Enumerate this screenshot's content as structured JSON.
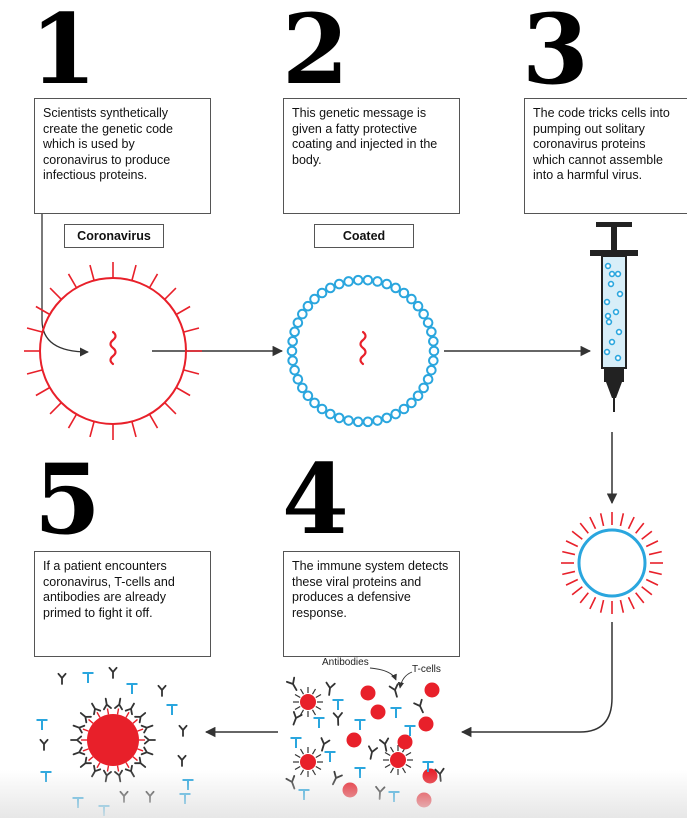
{
  "steps": [
    {
      "number": "1",
      "text": "Scientists synthetically create the genetic code which is used by coronavirus to produce infectious proteins."
    },
    {
      "number": "2",
      "text": "This genetic message is given a fatty protective coating and injected in the body."
    },
    {
      "number": "3",
      "text": "The code tricks cells into pumping out solitary coronavirus proteins which cannot assemble into a harmful virus."
    },
    {
      "number": "4",
      "text": "The immune system detects these viral proteins and produces a defensive response."
    },
    {
      "number": "5",
      "text": "If a patient encounters coronavirus, T-cells and antibodies are already primed to fight it off."
    }
  ],
  "labels": {
    "coronavirus": "Coronavirus",
    "coated": "Coated",
    "antibodies": "Antibodies",
    "tcells": "T-cells"
  },
  "colors": {
    "virus_red": "#e8202a",
    "coat_blue": "#2aa6de",
    "antibody_gray": "#333333",
    "arrow": "#333333"
  },
  "icons": {
    "virus": "coronavirus-icon",
    "coated": "coated-rna-icon",
    "syringe": "syringe-icon",
    "protein": "spike-protein-icon",
    "antibody": "antibody-y-icon",
    "tcell": "t-cell-icon"
  }
}
